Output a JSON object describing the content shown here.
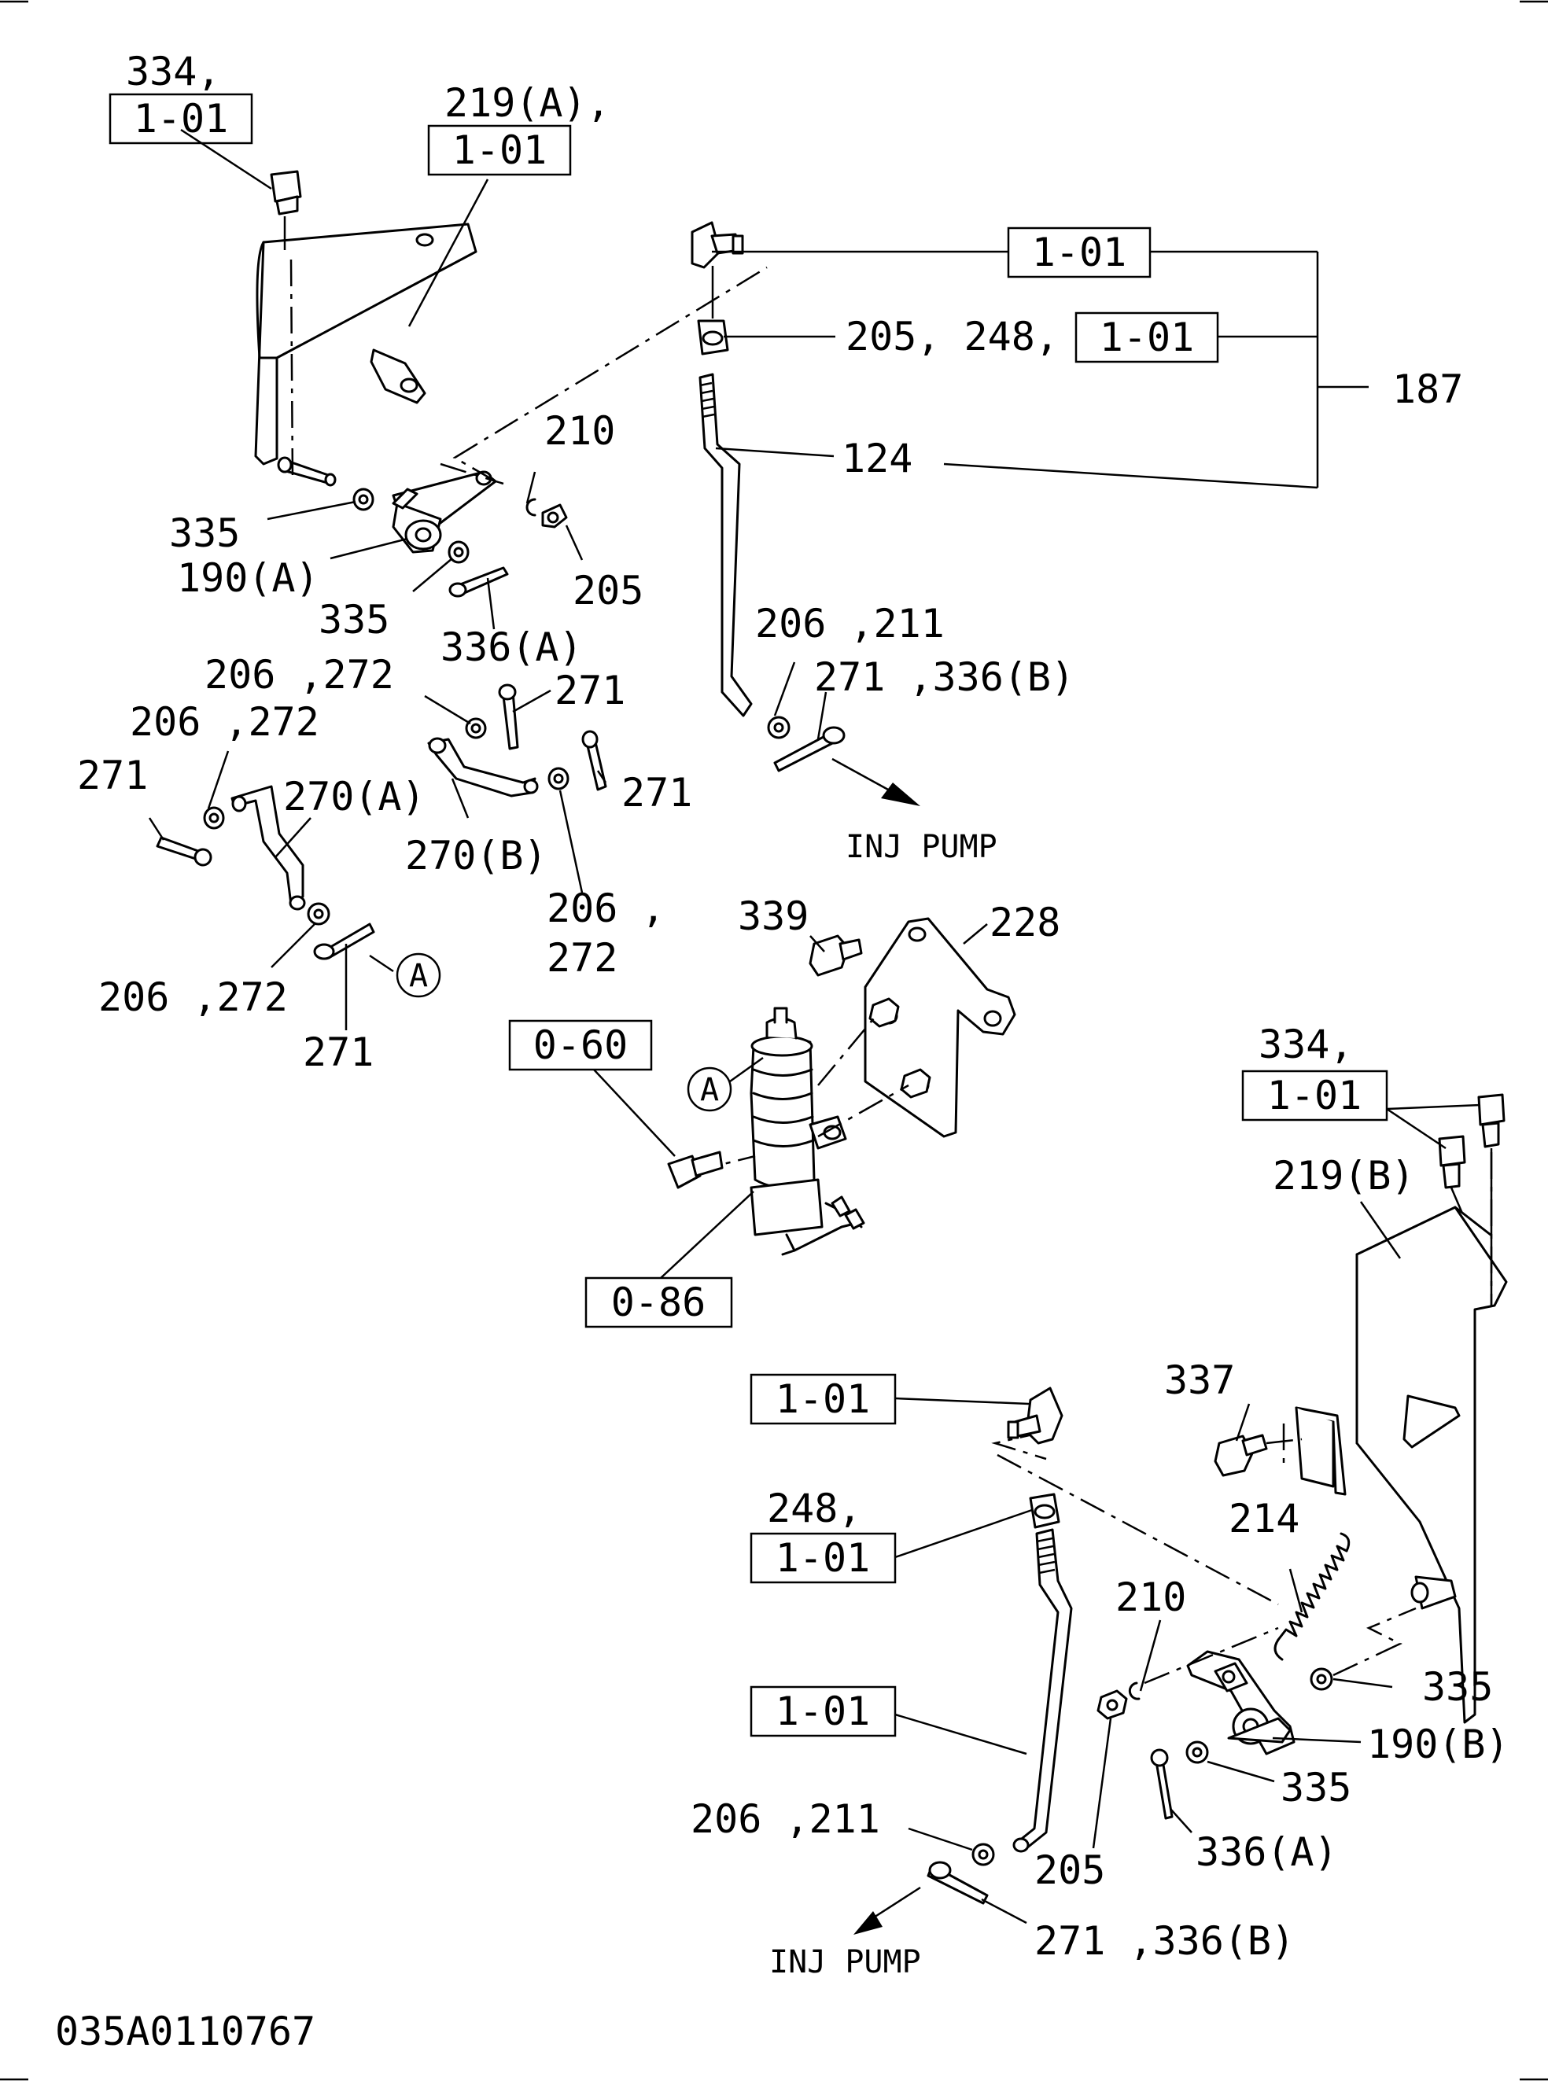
{
  "labels": {
    "l334a": "334,",
    "l219a": "219(A),",
    "l205_248": "205, 248,",
    "l187": "187",
    "l210a": "210",
    "l124": "124",
    "l335a": "335",
    "l190a": "190(A)",
    "l205a": "205",
    "l335b": "335",
    "l336a": "336(A)",
    "l206_211a": "206 ,211",
    "l206_272a": "206 ,272",
    "l271a": "271",
    "l271_336b_a": "271 ,336(B)",
    "l206_272b": "206 ,272",
    "l271b": "271",
    "l270a": "270(A)",
    "l271c": "271",
    "l270b": "270(B)",
    "l206c": "206 ,",
    "l272c": "272",
    "l206_272d": "206 ,272",
    "l271d": "271",
    "inj_pump_a": "INJ PUMP",
    "l339": "339",
    "l228": "228",
    "l334b": "334,",
    "l219b": "219(B)",
    "l337": "337",
    "l248": "248,",
    "l214": "214",
    "l210b": "210",
    "l335c": "335",
    "l190b": "190(B)",
    "l335d": "335",
    "l206_211b": "206 ,211",
    "l205b": "205",
    "l336a_b": "336(A)",
    "l271_336b_b": "271 ,336(B)",
    "inj_pump_b": "INJ PUMP",
    "drawing_no": "035A0110767"
  },
  "ref_boxes": {
    "b1": "1-01",
    "b2": "1-01",
    "b3": "1-01",
    "b4": "1-01",
    "b5": "0-60",
    "b6": "0-86",
    "b7": "1-01",
    "b8": "1-01",
    "b9": "1-01",
    "b10": "1-01"
  },
  "markers": {
    "a1": "A",
    "a2": "A"
  }
}
